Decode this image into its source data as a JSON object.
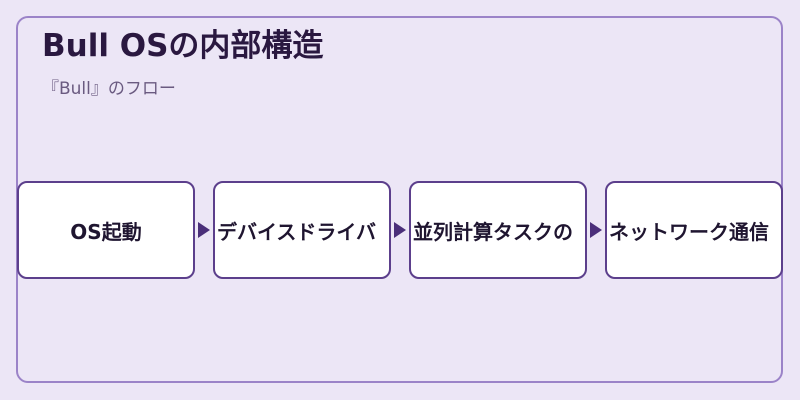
{
  "title": "Bull OSの内部構造",
  "subtitle": "『Bull』のフロー",
  "flow": {
    "nodes": [
      {
        "label": "OS起動"
      },
      {
        "label": "デバイスドライバ"
      },
      {
        "label": "並列計算タスクの"
      },
      {
        "label": "ネットワーク通信"
      }
    ]
  },
  "colors": {
    "background": "#ece6f6",
    "panel_border": "#9b83c8",
    "node_border": "#5c3f8c",
    "arrow": "#4b2f7a",
    "title_text": "#2a1840"
  }
}
